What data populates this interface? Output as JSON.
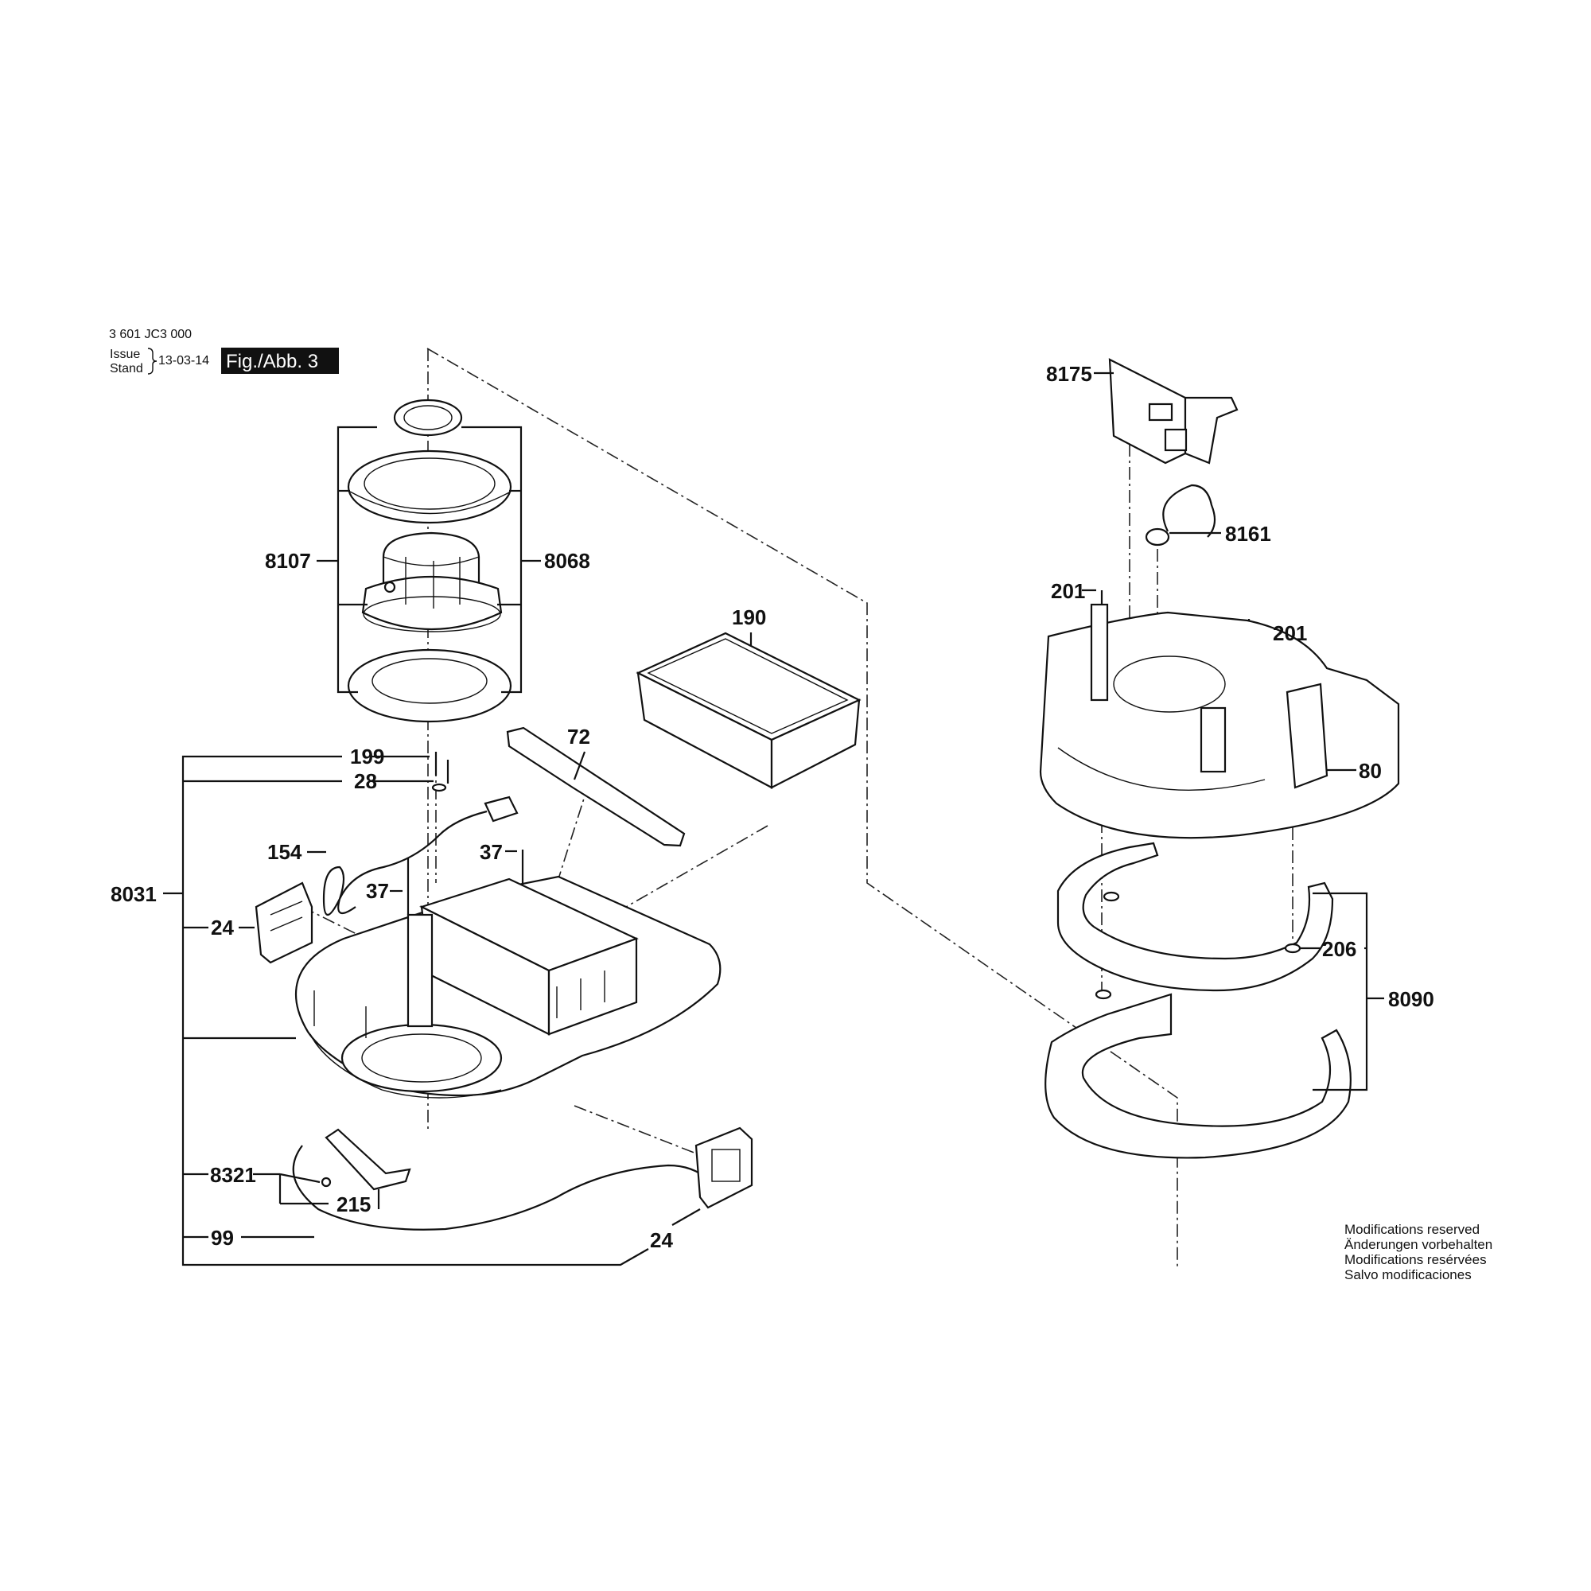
{
  "header": {
    "part_number": "3 601 JC3 000",
    "issue_label": "Issue",
    "stand_label": "Stand",
    "date": "13-03-14",
    "figure": "Fig./Abb. 3"
  },
  "labels": {
    "l8107": "8107",
    "l8068": "8068",
    "l190": "190",
    "l72": "72",
    "l199": "199",
    "l28": "28",
    "l154": "154",
    "l37a": "37",
    "l37b": "37",
    "l8031": "8031",
    "l24a": "24",
    "l8321": "8321",
    "l215": "215",
    "l99": "99",
    "l24b": "24",
    "l8175": "8175",
    "l8161": "8161",
    "l201a": "201",
    "l201b": "201",
    "l80": "80",
    "l206": "206",
    "l8090": "8090"
  },
  "notes": {
    "line1": "Modifications reserved",
    "line2": "Änderungen vorbehalten",
    "line3": "Modifications resérvées",
    "line4": "Salvo modificaciones"
  }
}
